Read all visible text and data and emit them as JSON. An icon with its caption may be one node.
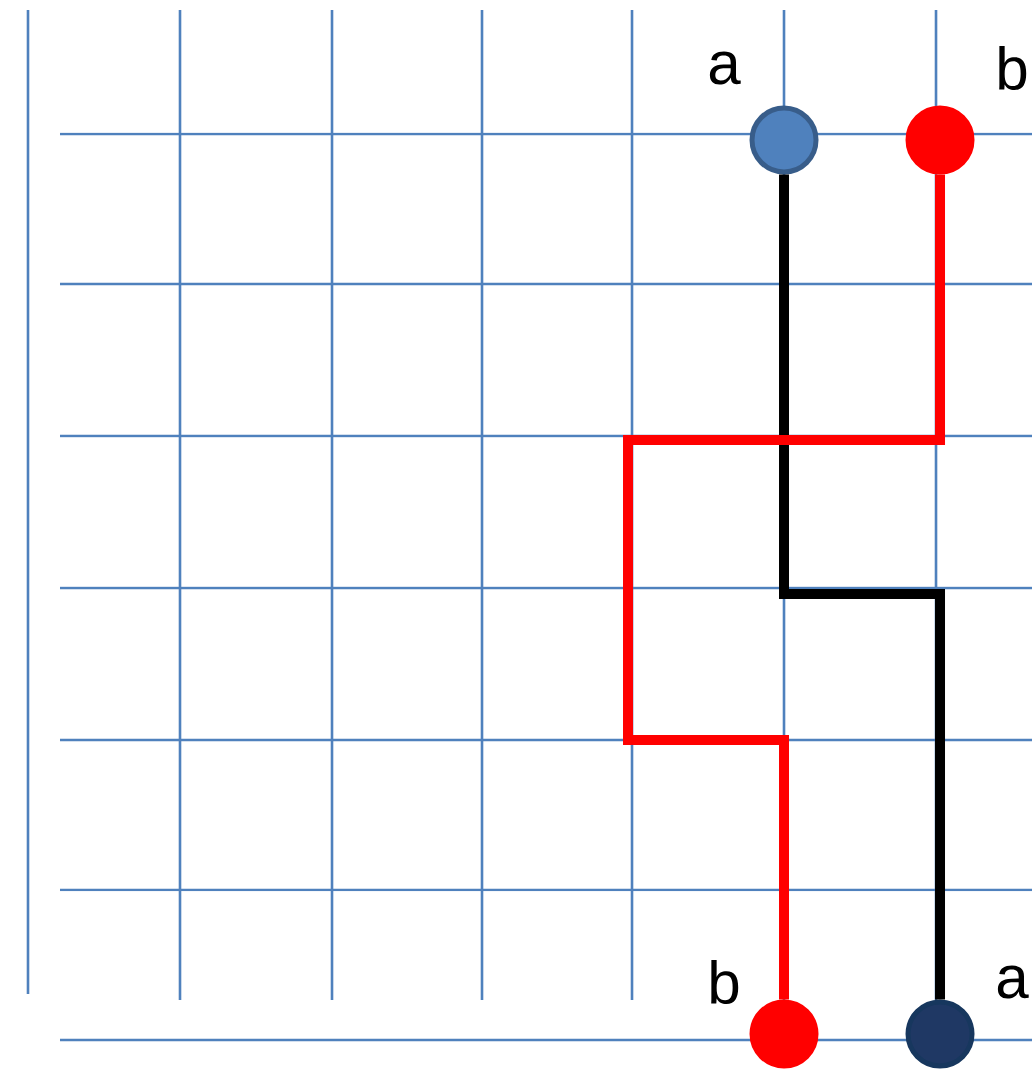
{
  "diagram": {
    "nodes": [
      {
        "text": [],
        "shape": "circle",
        "beside": [
          "a"
        ]
      },
      {
        "text": [],
        "shape": "circle",
        "beside": [
          "b"
        ]
      },
      {
        "text": [],
        "shape": "circle",
        "beside": [
          "b"
        ]
      },
      {
        "text": [],
        "shape": "circle",
        "beside": [
          "a"
        ]
      }
    ],
    "edges": [
      {
        "from": 0,
        "to": 3,
        "arrow": "none",
        "color": "#000000"
      },
      {
        "from": 1,
        "to": 2,
        "arrow": "none",
        "color": "#ff0000"
      }
    ]
  }
}
